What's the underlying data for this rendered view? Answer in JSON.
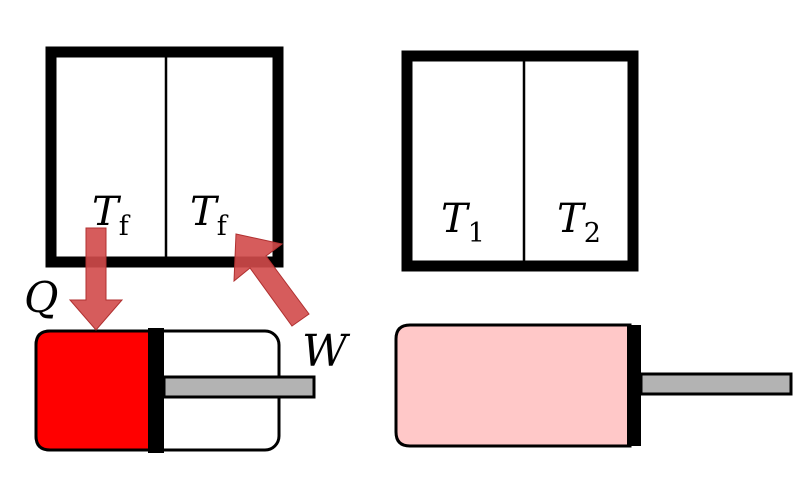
{
  "left_system": {
    "box_left_label": "T",
    "box_left_sub": "f",
    "box_right_label": "T",
    "box_right_sub": "f",
    "heat_label": "Q",
    "work_label": "W"
  },
  "right_system": {
    "box_left_label": "T",
    "box_left_sub": "1",
    "box_right_label": "T",
    "box_right_sub": "2"
  },
  "colors": {
    "outline": "#000000",
    "heat_fill": "#ff0000",
    "light_fill": "#ffc8c8",
    "rod_fill": "#b3b3b3",
    "arrow_fill": "#d24a4a"
  }
}
